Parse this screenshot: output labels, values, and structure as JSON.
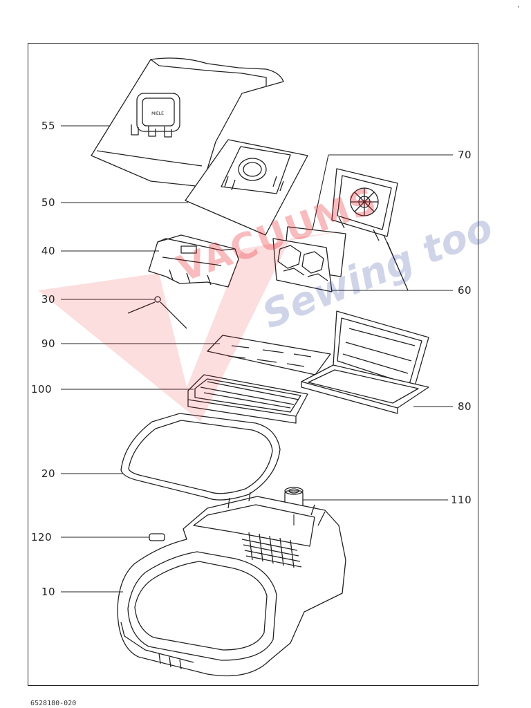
{
  "doc_code": "6528180-020",
  "corner_mark": ",",
  "watermark": {
    "line1": "VACUUMS",
    "line2": "Sewing too",
    "red": "#e8141c",
    "blue": "#2c3fa0"
  },
  "callouts": {
    "c55": "55",
    "c50": "50",
    "c40": "40",
    "c30": "30",
    "c90": "90",
    "c100": "100",
    "c20": "20",
    "c120": "120",
    "c10": "10",
    "c70": "70",
    "c60": "60",
    "c80": "80",
    "c110": "110"
  },
  "bag_brand": "MIELE"
}
